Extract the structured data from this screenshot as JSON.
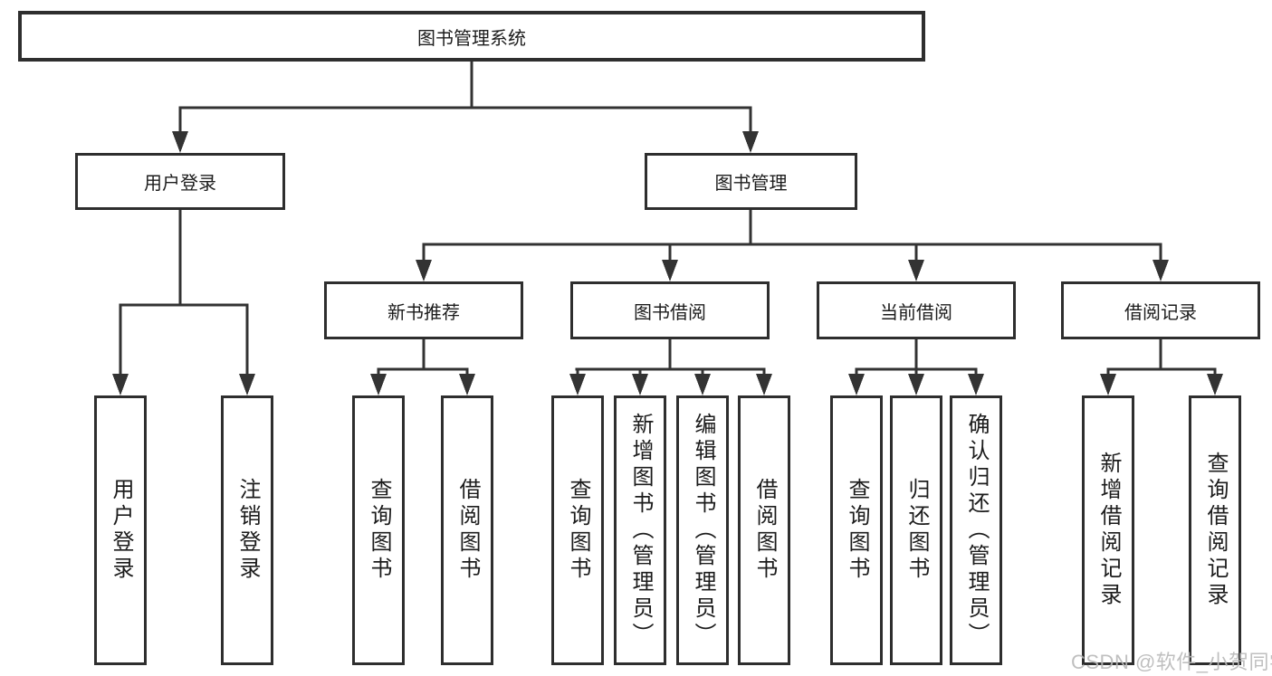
{
  "diagram_title": "图书管理系统",
  "tree": {
    "label": "图书管理系统",
    "children": [
      {
        "label": "用户登录",
        "children": [
          {
            "label": "用户登录"
          },
          {
            "label": "注销登录"
          }
        ]
      },
      {
        "label": "图书管理",
        "children": [
          {
            "label": "新书推荐",
            "children": [
              {
                "label": "查询图书"
              },
              {
                "label": "借阅图书"
              }
            ]
          },
          {
            "label": "图书借阅",
            "children": [
              {
                "label": "查询图书"
              },
              {
                "label": "新增图书（管理员）"
              },
              {
                "label": "编辑图书（管理员）"
              },
              {
                "label": "借阅图书"
              }
            ]
          },
          {
            "label": "当前借阅",
            "children": [
              {
                "label": "查询图书"
              },
              {
                "label": "归还图书"
              },
              {
                "label": "确认归还（管理员）"
              }
            ]
          },
          {
            "label": "借阅记录",
            "children": [
              {
                "label": "新增借阅记录"
              },
              {
                "label": "查询借阅记录"
              }
            ]
          }
        ]
      }
    ]
  },
  "watermark": "CSDN @软件_小贺同学",
  "colors": {
    "line": "#333333",
    "box_border": "#2e2e2e",
    "box_fill": "#ffffff",
    "text": "#1c1c1c",
    "watermark": "#b9b9b9",
    "background": "#ffffff"
  }
}
